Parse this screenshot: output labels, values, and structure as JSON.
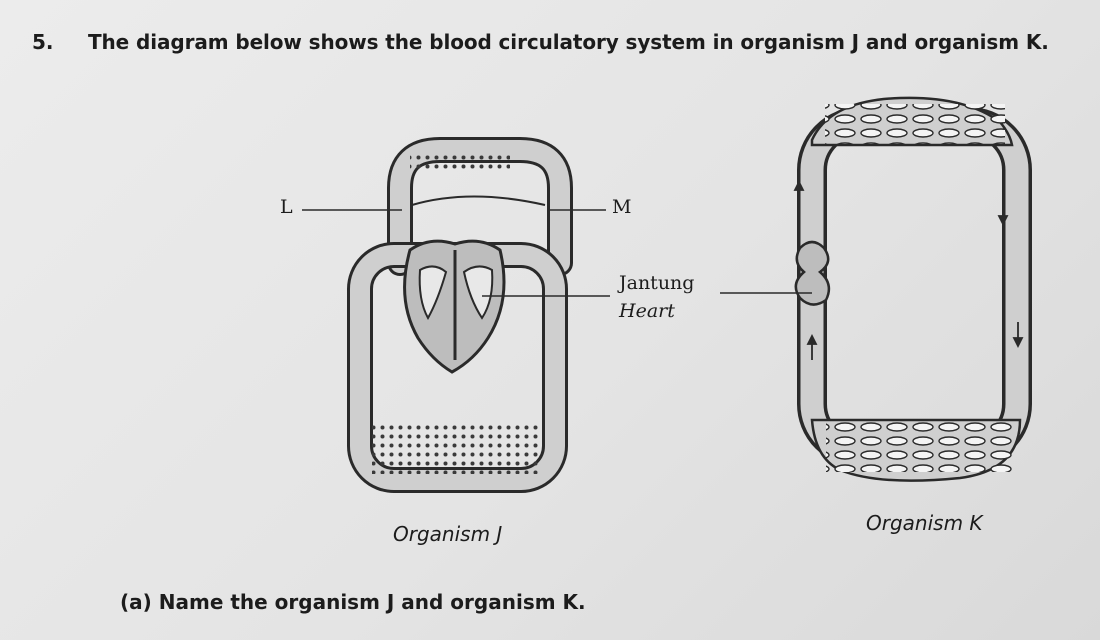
{
  "question": {
    "number": "5.",
    "text": "The diagram below shows the blood circulatory system in organism J and organism K.",
    "sub_question": "(a) Name the organism J and organism K."
  },
  "diagram": {
    "labels": {
      "L": "L",
      "M": "M",
      "heart_malay": "Jantung",
      "heart_english": "Heart"
    },
    "captions": {
      "organism_j": "Organism J",
      "organism_k": "Organism K"
    }
  }
}
